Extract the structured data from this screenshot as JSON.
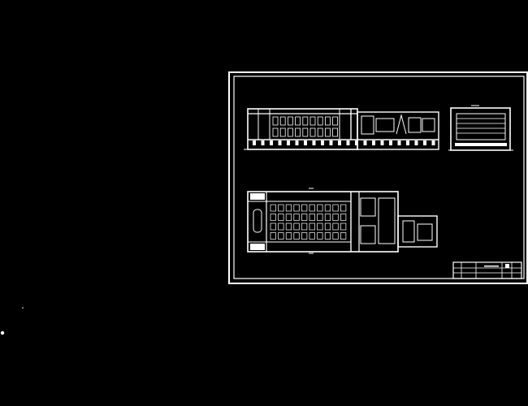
{
  "theme": {
    "background": "#000000",
    "line_color": "#ffffff"
  },
  "drawing": {
    "kind": "CAD drawing sheet (plan and elevation views)",
    "views": [
      {
        "name": "elevation-view"
      },
      {
        "name": "end-view"
      },
      {
        "name": "plan-view"
      }
    ],
    "title_block": {
      "texts": []
    }
  }
}
